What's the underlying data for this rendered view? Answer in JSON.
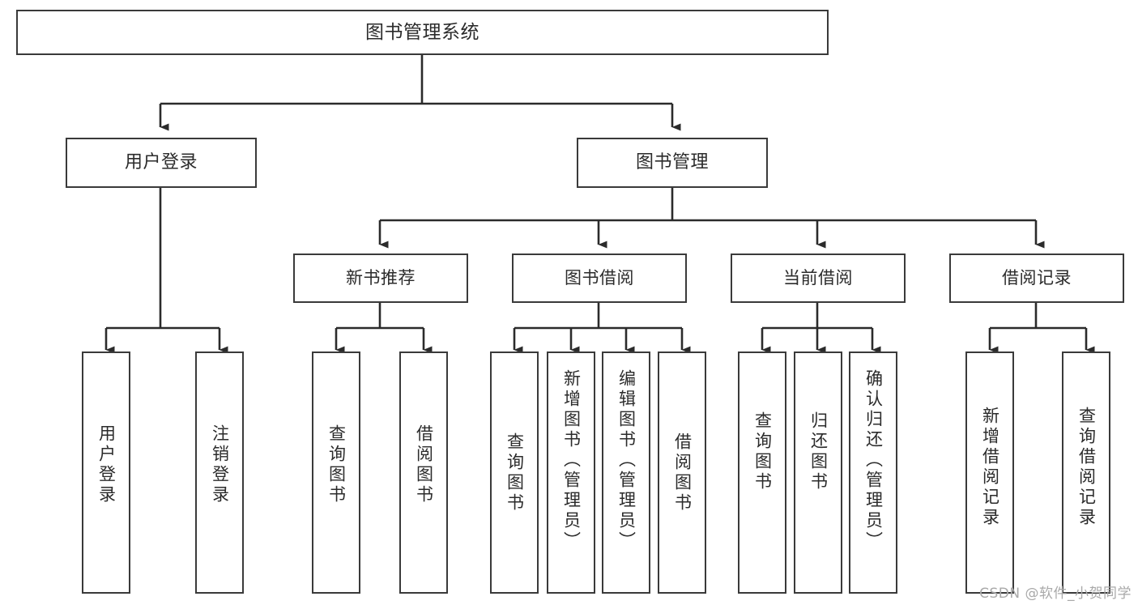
{
  "diagram": {
    "type": "hierarchy-tree",
    "title": "图书管理系统",
    "orientation": "top-down",
    "colors": {
      "box_border": "#3a3a3a",
      "box_fill": "#ffffff",
      "connector": "#2b2b2b",
      "text": "#2b2b2b",
      "watermark": "#a9a9a9"
    }
  },
  "root": {
    "label": "图书管理系统"
  },
  "level1": [
    {
      "label": "用户登录"
    },
    {
      "label": "图书管理"
    }
  ],
  "level2": [
    {
      "label": "新书推荐"
    },
    {
      "label": "图书借阅"
    },
    {
      "label": "当前借阅"
    },
    {
      "label": "借阅记录"
    }
  ],
  "leaves": {
    "user_login": [
      {
        "label": "用户登录"
      },
      {
        "label": "注销登录"
      }
    ],
    "new_book": [
      {
        "label": "查询图书"
      },
      {
        "label": "借阅图书"
      }
    ],
    "borrow": [
      {
        "label": "查询图书"
      },
      {
        "label": "新增图书（管理员）"
      },
      {
        "label": "编辑图书（管理员）"
      },
      {
        "label": "借阅图书"
      }
    ],
    "current": [
      {
        "label": "查询图书"
      },
      {
        "label": "归还图书"
      },
      {
        "label": "确认归还（管理员）"
      }
    ],
    "records": [
      {
        "label": "新增借阅记录"
      },
      {
        "label": "查询借阅记录"
      }
    ]
  },
  "watermark": {
    "text": "CSDN @软件_小贺同学"
  }
}
